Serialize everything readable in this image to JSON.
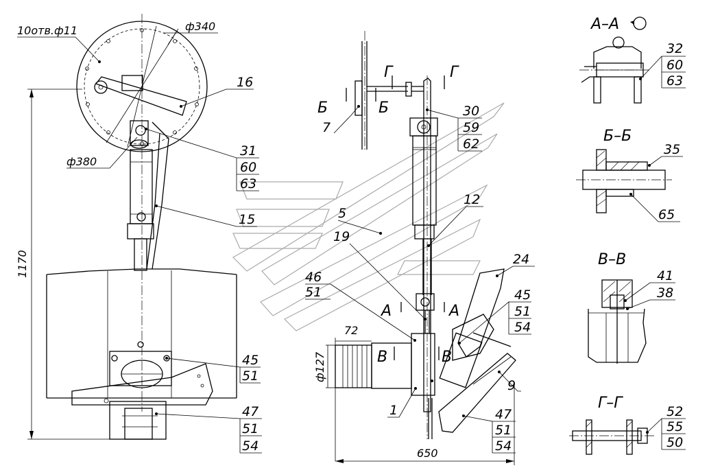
{
  "dimensions": {
    "holes": "10отв.ф11",
    "d340": "ф340",
    "d380": "ф380",
    "h1170": "1170",
    "d127": "ф127",
    "l72": "72",
    "l650": "650"
  },
  "callouts": {
    "c16": "16",
    "c15": "15",
    "c5": "5",
    "c19": "19",
    "c7": "7",
    "c12": "12",
    "c24": "24",
    "c9": "9",
    "c1": "1",
    "c35": "35",
    "c65": "65",
    "c41": "41",
    "c38": "38"
  },
  "stacks": {
    "s31": [
      "31",
      "60",
      "63"
    ],
    "s30": [
      "30",
      "59",
      "62"
    ],
    "s46": [
      "46",
      "51"
    ],
    "s45a": [
      "45",
      "51",
      "54"
    ],
    "s45b": [
      "45",
      "51"
    ],
    "s47a": [
      "47",
      "51",
      "54"
    ],
    "s47b": [
      "47",
      "51",
      "54"
    ],
    "s32": [
      "32",
      "60",
      "63"
    ],
    "s52": [
      "52",
      "55",
      "50"
    ]
  },
  "section_marks": {
    "b": "Б",
    "g": "Г",
    "a": "А",
    "v": "В"
  },
  "section_titles": {
    "aa": "А–А",
    "bb": "Б–Б",
    "vv": "В–В",
    "gg": "Г–Г"
  }
}
